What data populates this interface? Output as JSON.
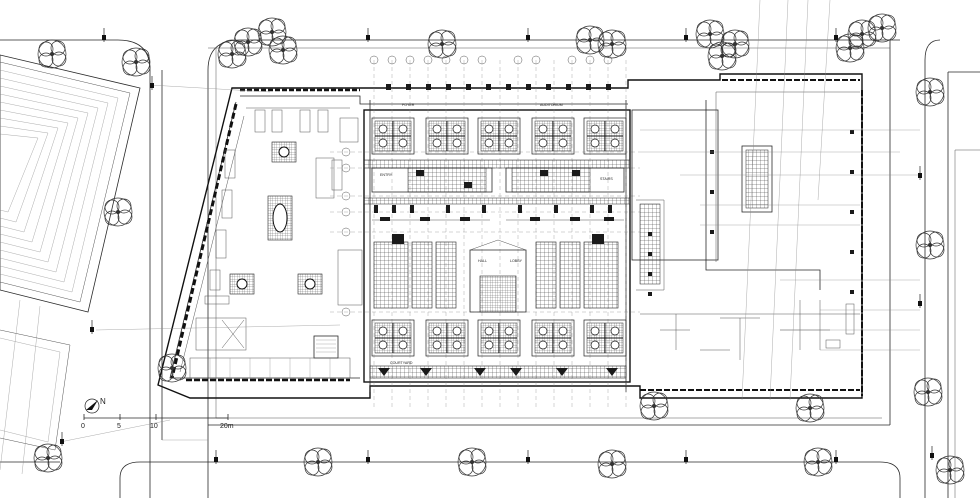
{
  "scale_bar": {
    "ticks": [
      "0",
      "5",
      "10",
      "20m"
    ]
  },
  "north_arrow": {
    "label": "N"
  },
  "room_labels": {
    "top_left": "FOYER",
    "top_right": "AUDITORIUM",
    "mid_left": "ENTRY",
    "mid_right": "STAIRS",
    "center": "HALL",
    "center_right": "LOBBY",
    "lower_left": "COURTYARD"
  },
  "icons": {
    "north": "north-arrow-icon",
    "tree": "tree-icon",
    "lamp": "street-lamp-icon"
  }
}
